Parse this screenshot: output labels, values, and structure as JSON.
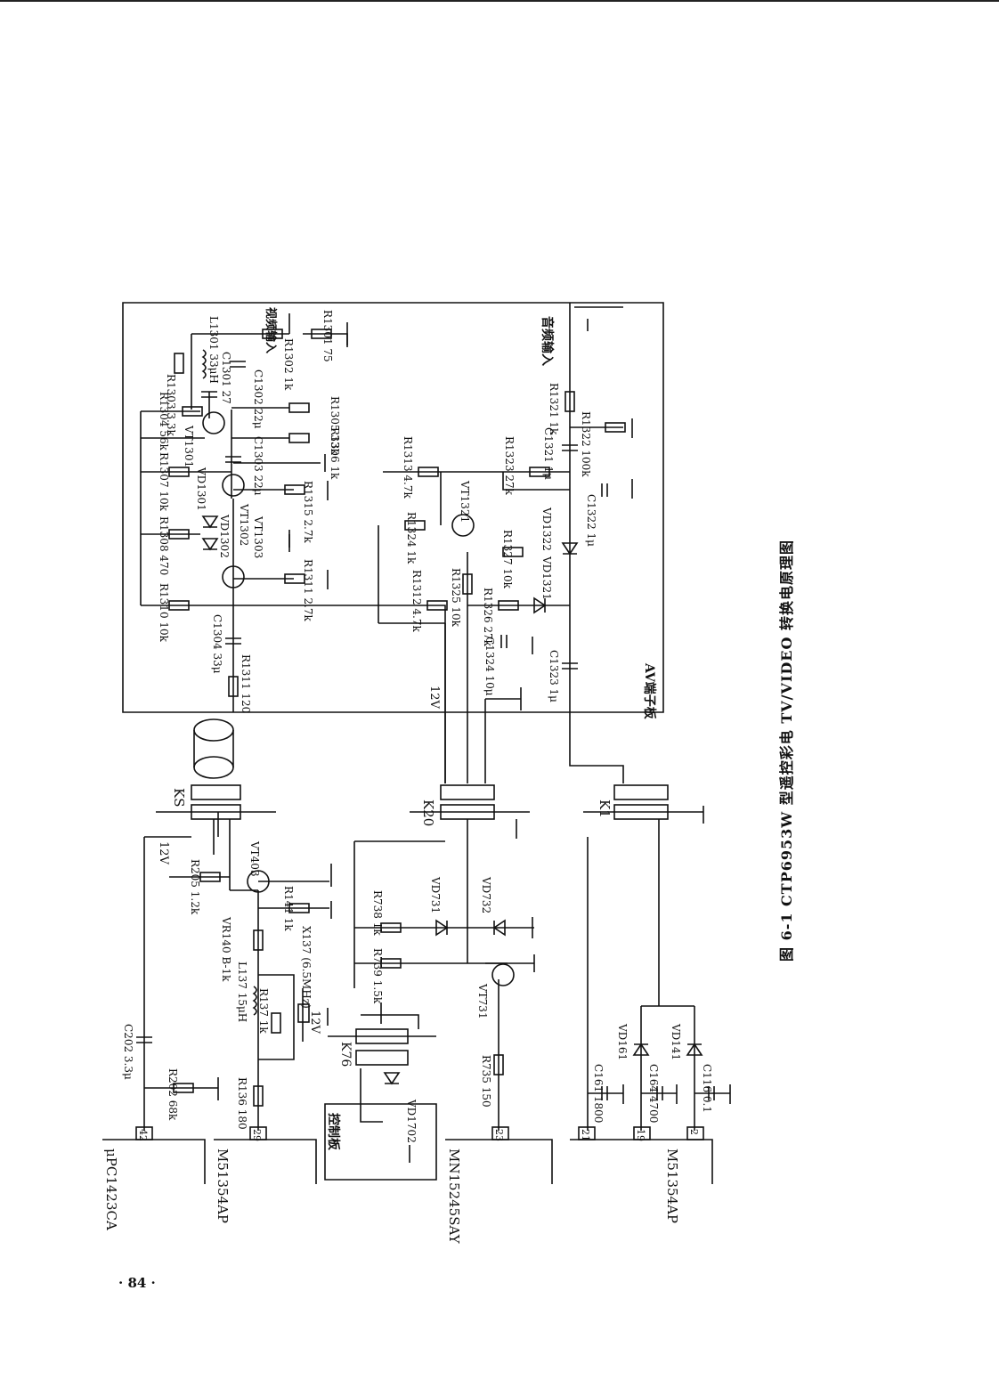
{
  "caption": "图 6-1  CTP6953W 型遥控彩电 TV/VIDEO 转换电原理图",
  "page_number": "· 84 ·",
  "labels": {
    "av_board": "AV端子板",
    "audio_in": "音频输入",
    "video_in": "视频输入",
    "control_board": "控制板",
    "v12_top": "12V",
    "v12_bottom": "12V",
    "v12_mid": "12V"
  },
  "connectors": {
    "ks": "KS",
    "k20": "K20",
    "k1": "K1",
    "k76": "K76"
  },
  "ics": {
    "upc1423ca": "μPC1423CA",
    "m51354ap_left": "M51354AP",
    "mn15245say": "MN15245SAY",
    "m51354ap_right": "M51354AP"
  },
  "ic_pins": {
    "p42": "42",
    "p29": "29",
    "p23": "23",
    "p21": "21",
    "p19": "19",
    "p2": "2"
  },
  "components": {
    "r1303": "R1303 3.3k",
    "l1301": "L1301 33μH",
    "c1301": "C1301 27",
    "c1302": "C1302 22μ",
    "r1302": "R1302 1k",
    "r1301": "R1301 75",
    "r1304": "R1304 56k",
    "vt1301": "VT1301",
    "r1305": "R1305 33k",
    "r1306": "R1306 1k",
    "c1303": "C1303 22μ",
    "r1307": "R1307 10k",
    "vd1301": "VD1301",
    "r1315": "R1315 2.7k",
    "r1308": "R1308 470",
    "vd1302": "VD1302",
    "vt1302": "VT1302",
    "vt1303": "VT1303",
    "r1311_a": "R1311 2.7k",
    "r1310": "R1310 10k",
    "c1304": "C1304 33μ",
    "r1311_b": "R1311 120",
    "r1313": "R1313 4.7k",
    "r1323": "R1323 27k",
    "c1321": "C1321 1μ",
    "r1321": "R1321 1k",
    "r1322": "R1322 100k",
    "c1322": "C1322 1μ",
    "vt1321": "VT1321",
    "r1324": "R1324 1k",
    "r1327": "R1327 10k",
    "vd1322": "VD1322",
    "vd1321": "VD1321",
    "r1312": "R1312 4.7k",
    "r1325": "R1325 10k",
    "r1326": "R1326 27k",
    "c1324": "C1324 10μ",
    "c1323": "C1323 1μ",
    "r205": "R205 1.2k",
    "vt403": "VT403",
    "r141": "R141 1k",
    "vr140": "VR140 B-1k",
    "l137": "L137 15μH",
    "r137": "R137 1k",
    "x137": "X137 (6.5MHz)",
    "r136": "R136 180",
    "c202": "C202 3.3μ",
    "r202": "R202 68k",
    "r738": "R738 1k",
    "r739": "R739 1.5k",
    "vd731": "VD731",
    "vd732": "VD732",
    "vt731": "VT731",
    "r735": "R735 150",
    "vd1702": "VD1702",
    "vd161": "VD161",
    "vd141": "VD141",
    "c161": "C161 1800",
    "c164": "C164 4700",
    "c116": "C116 0.1"
  }
}
